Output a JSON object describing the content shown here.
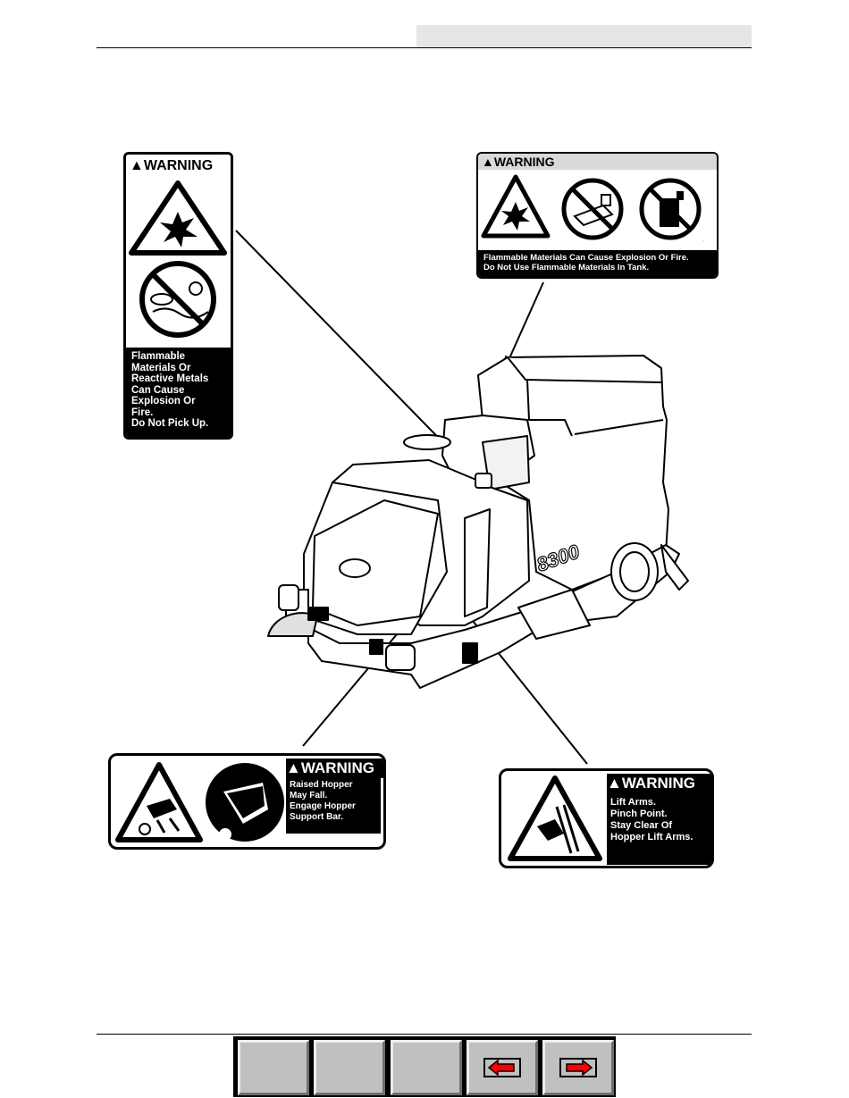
{
  "header": {},
  "decals": {
    "top_left": {
      "heading": "WARNING",
      "lines": [
        "Flammable",
        "Materials Or",
        "Reactive Metals",
        "Can Cause",
        "Explosion Or",
        "Fire.",
        "Do Not Pick Up."
      ]
    },
    "top_right": {
      "heading": "WARNING",
      "lines": [
        "Flammable Materials Can Cause Explosion Or Fire.",
        "Do Not Use Flammable Materials In Tank."
      ]
    },
    "bottom_left": {
      "heading": "WARNING",
      "lines": [
        "Raised  Hopper",
        "May Fall.",
        "Engage Hopper",
        "Support Bar."
      ]
    },
    "bottom_right": {
      "heading": "WARNING",
      "lines": [
        "Lift Arms.",
        "Pinch Point.",
        "Stay Clear Of",
        "Hopper Lift Arms."
      ]
    }
  },
  "machine": {
    "model_label": "8300"
  },
  "nav": {
    "buttons": [
      {
        "icon": "blank"
      },
      {
        "icon": "blank"
      },
      {
        "icon": "blank"
      },
      {
        "icon": "arrow-left-icon"
      },
      {
        "icon": "arrow-right-icon"
      }
    ],
    "arrow_color": "#ff0000"
  }
}
